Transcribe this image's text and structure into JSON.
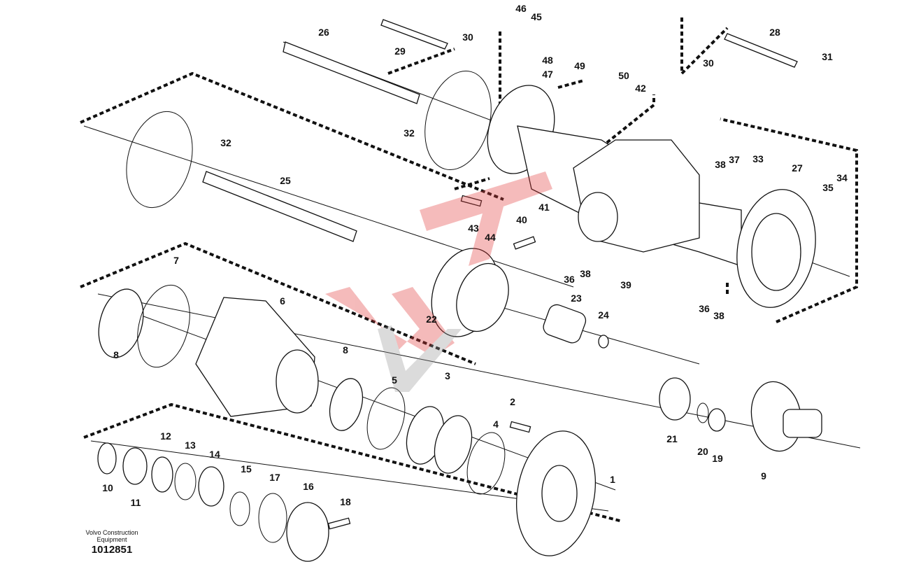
{
  "diagram": {
    "publisher_line1": "Volvo Construction",
    "publisher_line2": "Equipment",
    "figure_number": "1012851",
    "watermark_color": "#e23b3b",
    "callouts": [
      "46",
      "45",
      "26",
      "30",
      "29",
      "48",
      "47",
      "49",
      "50",
      "42",
      "28",
      "30",
      "31",
      "32",
      "32",
      "38",
      "37",
      "33",
      "27",
      "35",
      "34",
      "25",
      "43",
      "44",
      "40",
      "41",
      "36",
      "38",
      "39",
      "7",
      "6",
      "22",
      "23",
      "24",
      "36",
      "38",
      "8",
      "8",
      "5",
      "3",
      "2",
      "4",
      "21",
      "20",
      "19",
      "9",
      "12",
      "13",
      "14",
      "15",
      "17",
      "16",
      "18",
      "1",
      "10",
      "11"
    ]
  }
}
